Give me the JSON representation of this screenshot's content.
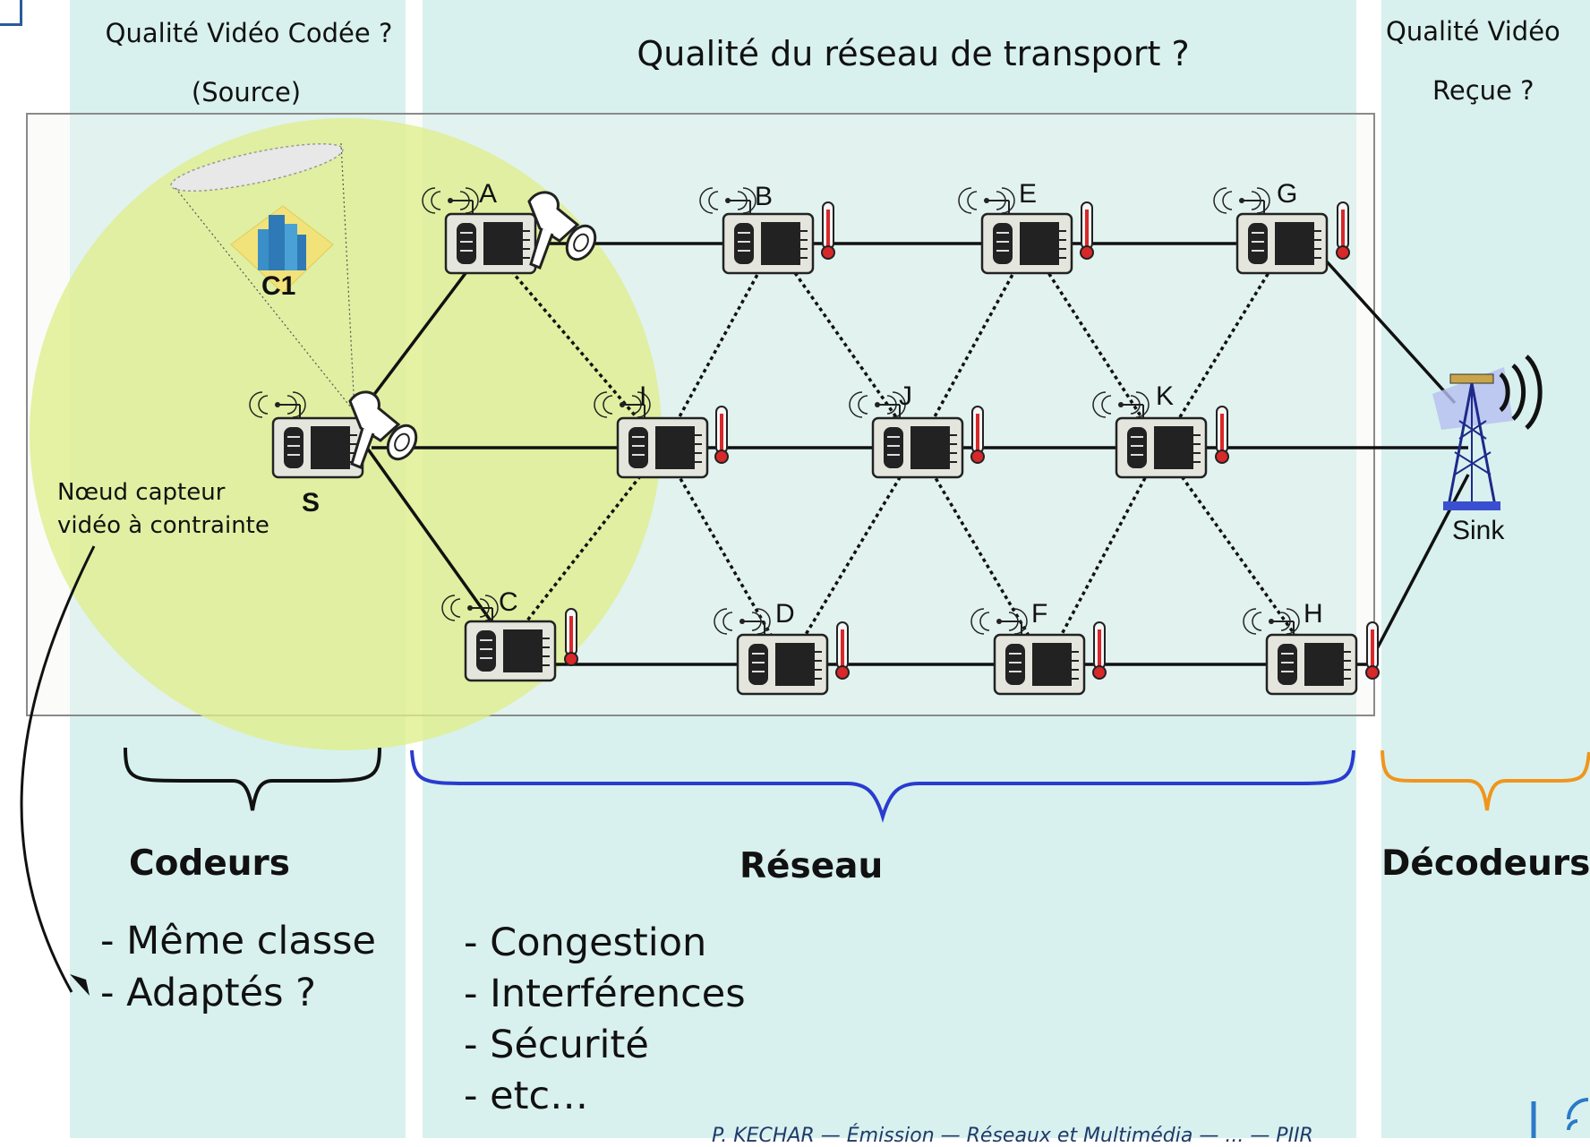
{
  "headers": {
    "source_line1": "Qualité Vidéo Codée ?",
    "source_line2": "(Source)",
    "network": "Qualité du réseau de transport ?",
    "received_line1": "Qualité Vidéo",
    "received_line2": "Reçue ?"
  },
  "nodes": {
    "S": "S",
    "A": "A",
    "B": "B",
    "C": "C",
    "D": "D",
    "E": "E",
    "F": "F",
    "G": "G",
    "H": "H",
    "I": "I",
    "J": "J",
    "K": "K",
    "sink": "Sink"
  },
  "target": "C1",
  "sensor_note": [
    "Nœud capteur",
    "vidéo à contrainte"
  ],
  "sections": {
    "coders": {
      "title": "Codeurs",
      "items": [
        "- Même classe",
        "- Adaptés ?"
      ]
    },
    "network": {
      "title": "Réseau",
      "items": [
        "- Congestion",
        "- Interférences",
        "- Sécurité",
        "- etc…"
      ]
    },
    "decoders": {
      "title": "Décodeurs"
    }
  },
  "footer": "P. KECHAR — Émission — Réseaux et Multimédia — ... — PIIR",
  "colors": {
    "column_bg": "#d8f1ee",
    "coverage": "#dfee8a",
    "brace_coders": "#111111",
    "brace_network": "#2a3bd0",
    "brace_decoders": "#f0951c",
    "thermometer": "#d8282a"
  }
}
